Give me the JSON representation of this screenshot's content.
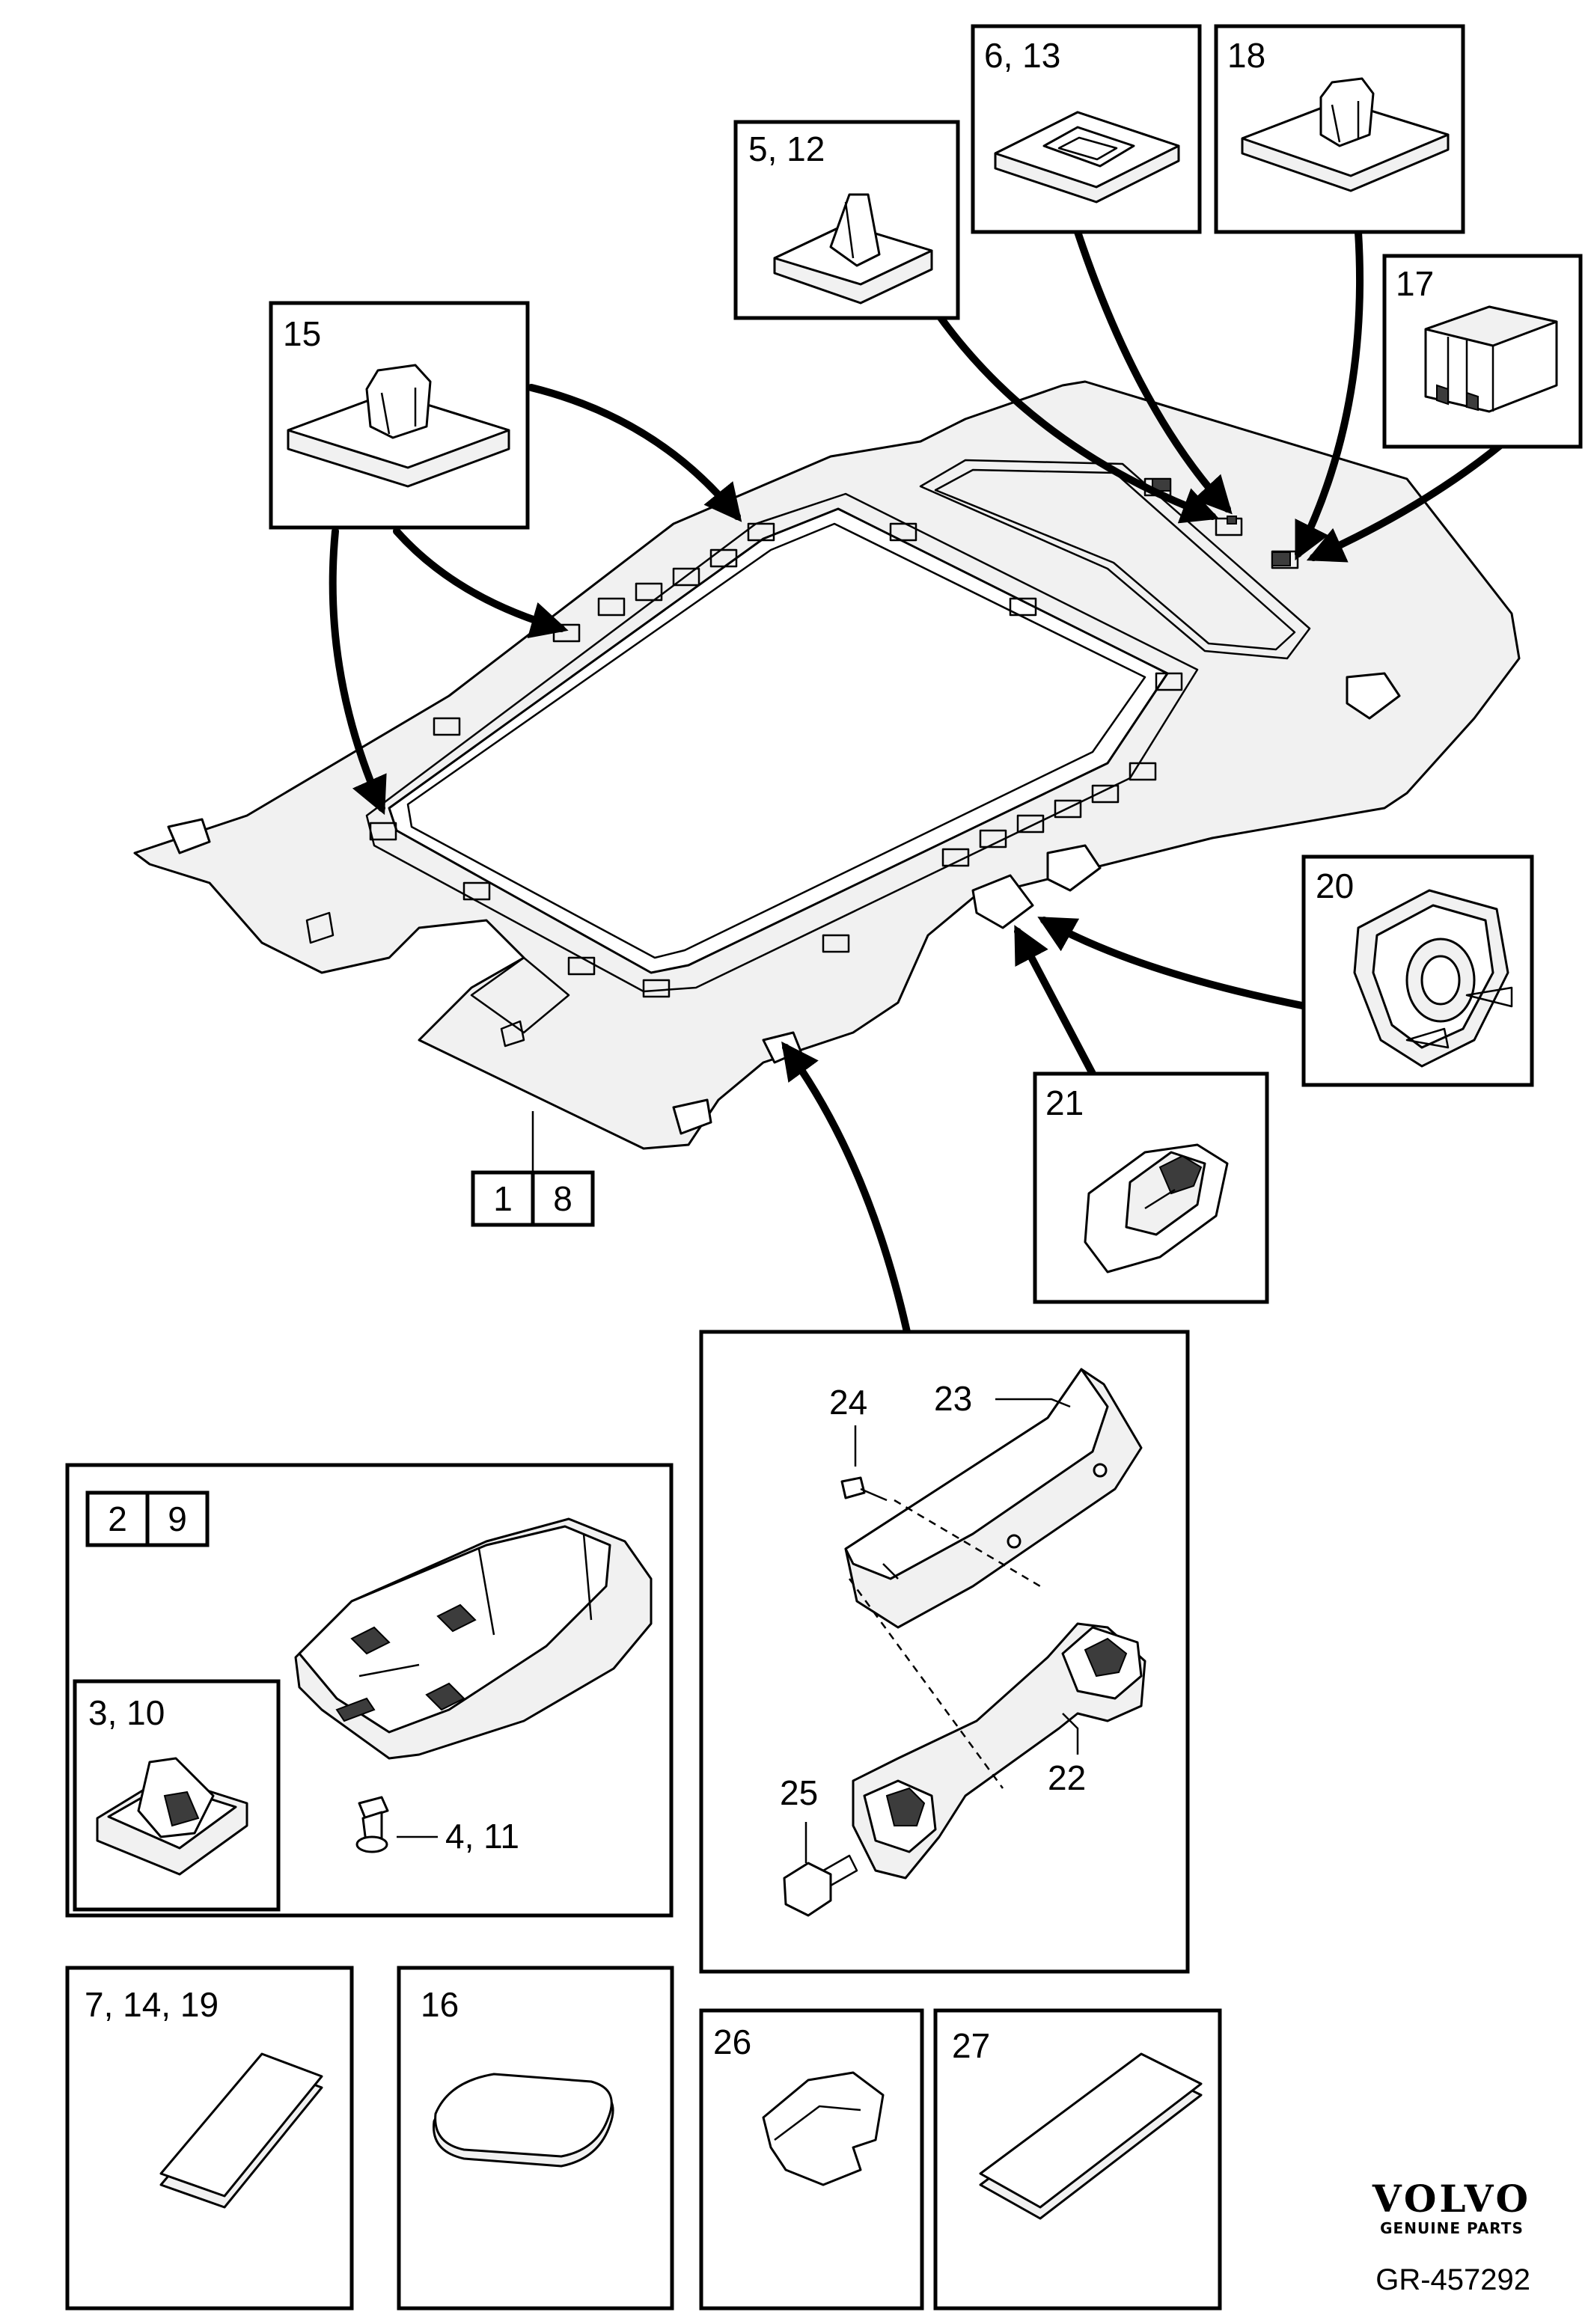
{
  "diagram": {
    "callouts": [
      {
        "id": "c1",
        "label": "1"
      },
      {
        "id": "c8",
        "label": "8"
      },
      {
        "id": "c2",
        "label": "2"
      },
      {
        "id": "c9",
        "label": "9"
      },
      {
        "id": "c3_10",
        "label": "3, 10"
      },
      {
        "id": "c4_11",
        "label": "4, 11"
      },
      {
        "id": "c5_12",
        "label": "5, 12"
      },
      {
        "id": "c6_13",
        "label": "6, 13"
      },
      {
        "id": "c7_14_19",
        "label": "7, 14, 19"
      },
      {
        "id": "c15",
        "label": "15"
      },
      {
        "id": "c16",
        "label": "16"
      },
      {
        "id": "c17",
        "label": "17"
      },
      {
        "id": "c18",
        "label": "18"
      },
      {
        "id": "c20",
        "label": "20"
      },
      {
        "id": "c21",
        "label": "21"
      },
      {
        "id": "c22",
        "label": "22"
      },
      {
        "id": "c23",
        "label": "23"
      },
      {
        "id": "c24",
        "label": "24"
      },
      {
        "id": "c25",
        "label": "25"
      },
      {
        "id": "c26",
        "label": "26"
      },
      {
        "id": "c27",
        "label": "27"
      }
    ]
  },
  "brand": {
    "name": "VOLVO",
    "subtitle": "GENUINE PARTS"
  },
  "reference": "GR-457292"
}
